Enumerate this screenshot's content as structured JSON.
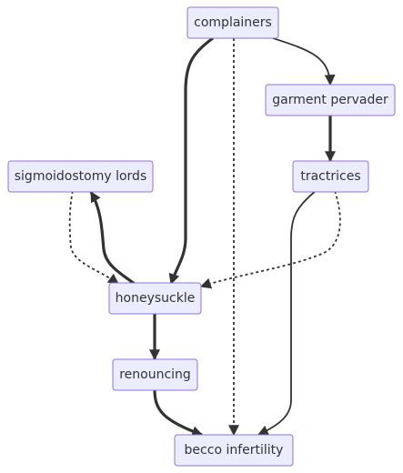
{
  "diagram": {
    "type": "flowchart",
    "colors": {
      "node_fill": "#ECECFF",
      "node_stroke": "#9370DB",
      "edge": "#333333",
      "text": "#333333"
    },
    "nodes": [
      {
        "id": "complainers",
        "label": "complainers"
      },
      {
        "id": "garment",
        "label": "garment pervader"
      },
      {
        "id": "tractrices",
        "label": "tractrices"
      },
      {
        "id": "sigmoid",
        "label": "sigmoidostomy lords"
      },
      {
        "id": "honeysuckle",
        "label": "honeysuckle"
      },
      {
        "id": "renouncing",
        "label": "renouncing"
      },
      {
        "id": "becco",
        "label": "becco infertility"
      }
    ],
    "edges": [
      {
        "from": "complainers",
        "to": "garment",
        "style": "normal"
      },
      {
        "from": "complainers",
        "to": "honeysuckle",
        "style": "thick"
      },
      {
        "from": "complainers",
        "to": "becco",
        "style": "dotted"
      },
      {
        "from": "garment",
        "to": "tractrices",
        "style": "thick"
      },
      {
        "from": "tractrices",
        "to": "honeysuckle",
        "style": "dotted"
      },
      {
        "from": "tractrices",
        "to": "becco",
        "style": "normal"
      },
      {
        "from": "sigmoid",
        "to": "honeysuckle",
        "style": "dotted"
      },
      {
        "from": "honeysuckle",
        "to": "sigmoid",
        "style": "thick"
      },
      {
        "from": "honeysuckle",
        "to": "renouncing",
        "style": "thick"
      },
      {
        "from": "renouncing",
        "to": "becco",
        "style": "thick"
      }
    ]
  }
}
